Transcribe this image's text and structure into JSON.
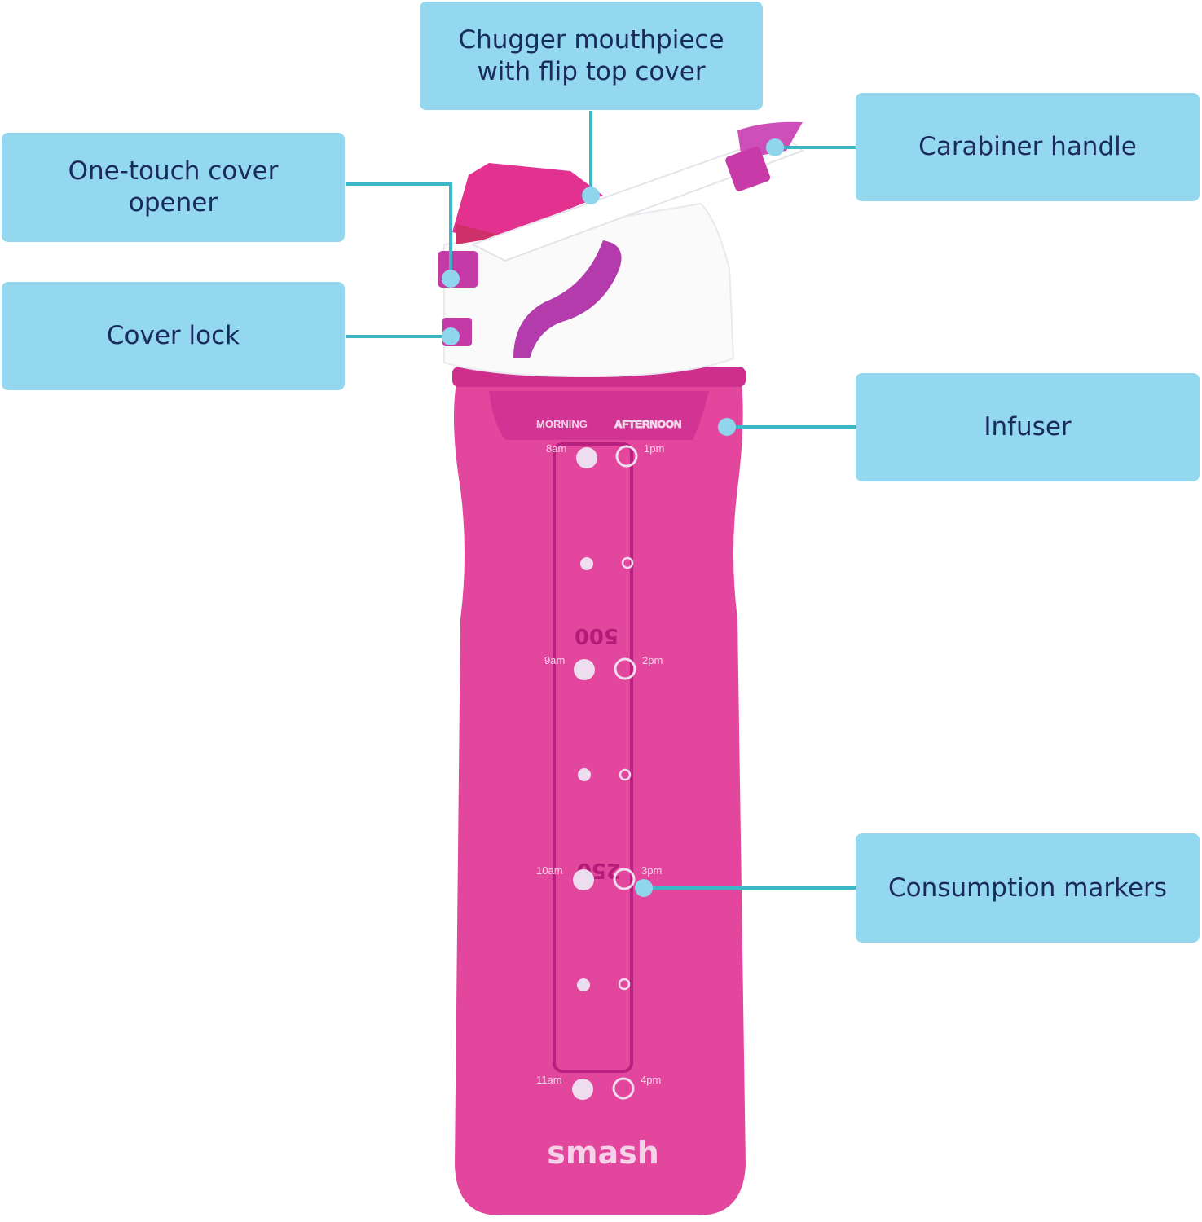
{
  "callouts": {
    "mouthpiece": "Chugger mouthpiece\nwith flip top cover",
    "carabiner": "Carabiner handle",
    "opener": "One-touch cover\nopener",
    "lock": "Cover lock",
    "infuser": "Infuser",
    "markers": "Consumption markers"
  },
  "bottle": {
    "brand": "smash",
    "morning": "MORNING",
    "afternoon": "AFTERNOON",
    "vol_500": "500",
    "vol_250": "250",
    "times_am": [
      "8am",
      "9am",
      "10am",
      "11am"
    ],
    "times_pm": [
      "1pm",
      "2pm",
      "3pm",
      "4pm"
    ]
  },
  "colors": {
    "label_bg": "#93d8ee",
    "label_text": "#1b2a5c",
    "leader": "#3bb8c8",
    "bottle": "#e0429a",
    "lid": "#ffffff",
    "accent": "#b43aa6"
  }
}
